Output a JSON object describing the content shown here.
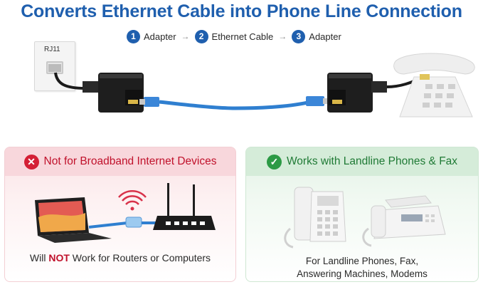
{
  "title": "Converts Ethernet Cable into Phone Line Connection",
  "diagram": {
    "jack_label": "RJ11",
    "steps": [
      {
        "num": "1",
        "label": "Adapter"
      },
      {
        "num": "2",
        "label": "Ethernet Cable"
      },
      {
        "num": "3",
        "label": "Adapter"
      }
    ],
    "arrow_glyph": "→"
  },
  "left_panel": {
    "heading": "Not for Broadband Internet Devices",
    "badge_glyph": "✕",
    "caption_pre": "Will ",
    "caption_emph": "NOT",
    "caption_post": " Work for Routers or Computers"
  },
  "right_panel": {
    "heading": "Works with Landline Phones & Fax",
    "badge_glyph": "✓",
    "caption_line1": "For Landline Phones, Fax,",
    "caption_line2": "Answering Machines, Modems"
  },
  "colors": {
    "brand_blue": "#1f5fae",
    "cable_blue": "#2f7fd0",
    "warning_red": "#c0112b",
    "ok_green": "#1f7a35"
  }
}
